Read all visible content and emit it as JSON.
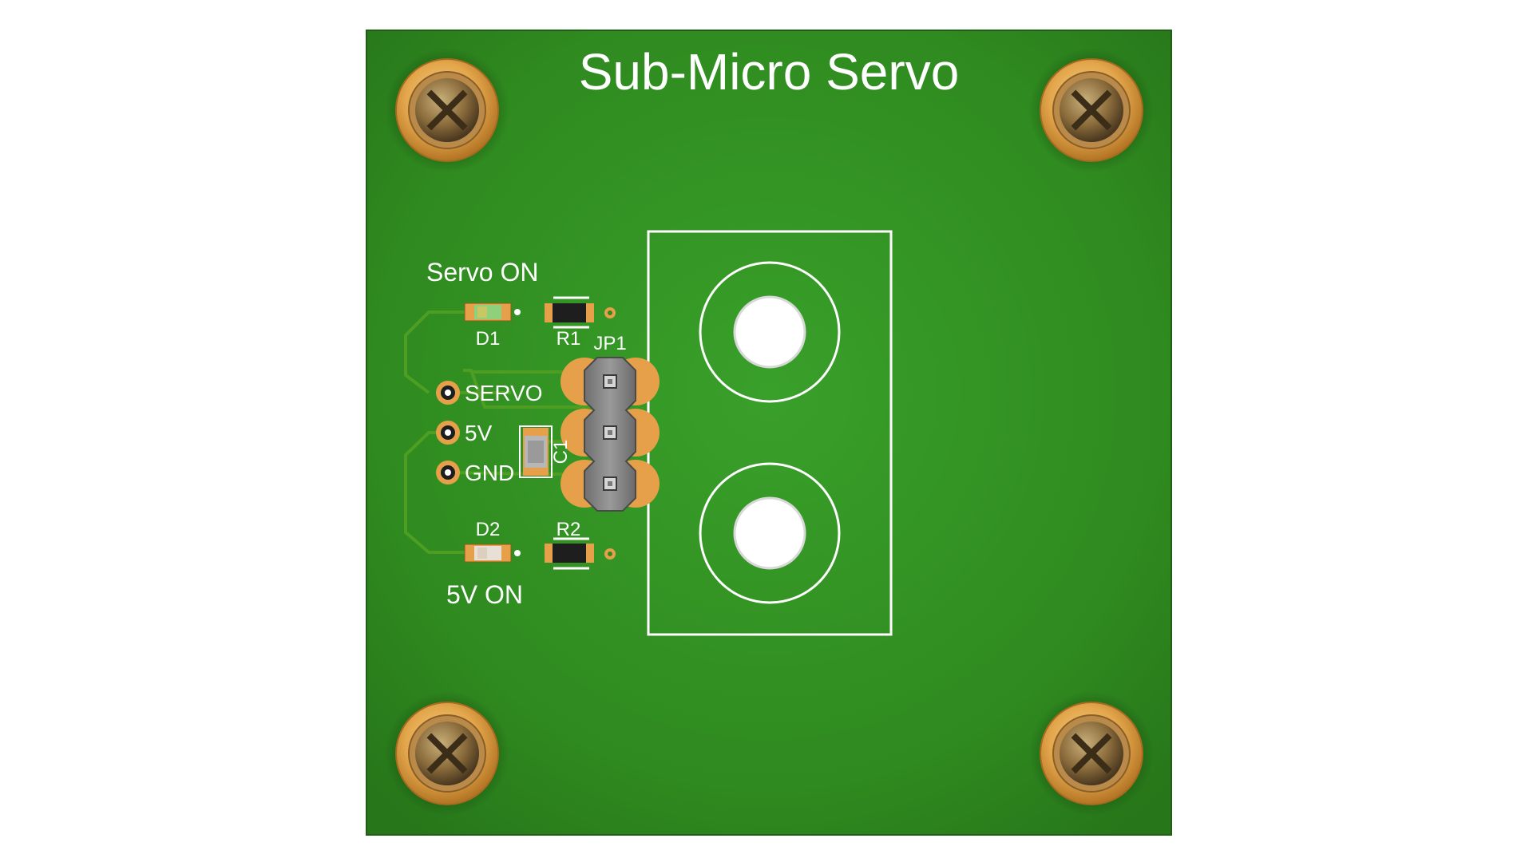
{
  "board": {
    "title": "Sub-Micro Servo",
    "colors": {
      "board": "#2f8a1f",
      "board_edge": "#1f5e14",
      "trace": "#4f9e24",
      "gold": "#e0a24a",
      "silkscreen": "#ffffff"
    }
  },
  "labels": {
    "servo_on": "Servo ON",
    "five_v_on": "5V ON",
    "d1": "D1",
    "r1": "R1",
    "jp1": "JP1",
    "d2": "D2",
    "r2": "R2",
    "c1": "C1",
    "pin_servo": "SERVO",
    "pin_5v": "5V",
    "pin_gnd": "GND"
  },
  "icons": {
    "mounting_hole": "screw-mount-icon",
    "test_point": "test-point-icon"
  }
}
